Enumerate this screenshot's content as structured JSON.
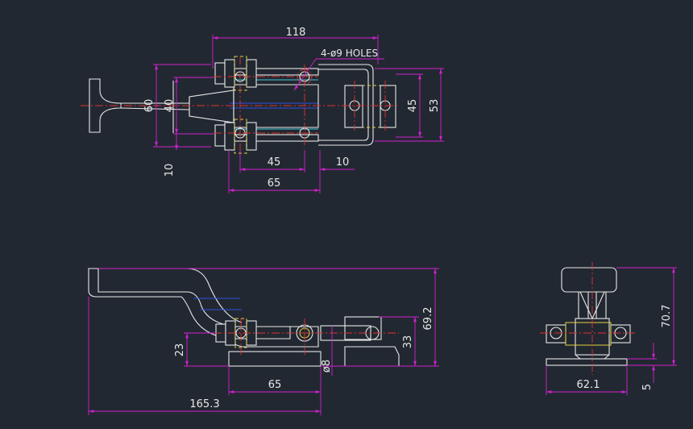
{
  "colors": {
    "background": "#222831",
    "outline": "#e8e8e8",
    "dimension": "#d020d0",
    "centerline": "#e03030",
    "hidden": "#e0d040",
    "accent_cyan": "#40c8d8",
    "accent_blue": "#3050e0"
  },
  "top_view": {
    "dim_118": "118",
    "note_holes": "4-ø9 HOLES",
    "dim_60": "60",
    "dim_40": "40",
    "dim_45_right": "45",
    "dim_53": "53",
    "dim_45_bottom": "45",
    "dim_10_bottom": "10",
    "dim_10_left": "10",
    "dim_65": "65"
  },
  "front_view": {
    "dim_69_2": "69.2",
    "dim_33": "33",
    "dim_23": "23",
    "dim_dia8": "ø8",
    "dim_65": "65",
    "dim_165_3": "165.3"
  },
  "side_view": {
    "dim_70_7": "70.7",
    "dim_62_1": "62.1",
    "dim_5": "5"
  }
}
